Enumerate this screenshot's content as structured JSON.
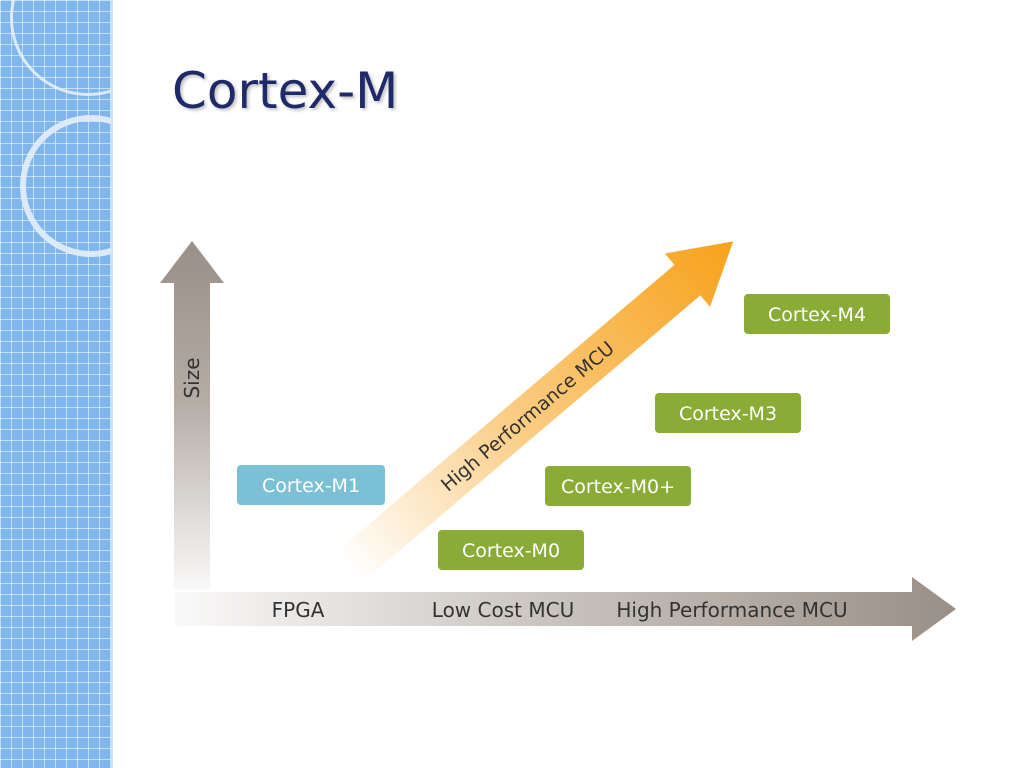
{
  "slide": {
    "title": "Cortex-M"
  },
  "axes": {
    "y_label": "Size",
    "x_categories": [
      "FPGA",
      "Low Cost MCU",
      "High Performance MCU"
    ]
  },
  "diagonal_arrow": {
    "label": "High Performance MCU"
  },
  "cores": [
    {
      "label": "Cortex-M1",
      "category": "FPGA",
      "color": "#7cc0d6"
    },
    {
      "label": "Cortex-M0",
      "category": "Low Cost MCU",
      "color": "#8aab35"
    },
    {
      "label": "Cortex-M0+",
      "category": "Low Cost MCU",
      "color": "#8aab35"
    },
    {
      "label": "Cortex-M3",
      "category": "High Performance MCU",
      "color": "#8aab35"
    },
    {
      "label": "Cortex-M4",
      "category": "High Performance MCU",
      "color": "#8aab35"
    }
  ],
  "colors": {
    "title": "#1f2a68",
    "axis": "#9a8f86",
    "diagonal_arrow": "#f7a21b",
    "sidebar": "#7fb6ee"
  }
}
